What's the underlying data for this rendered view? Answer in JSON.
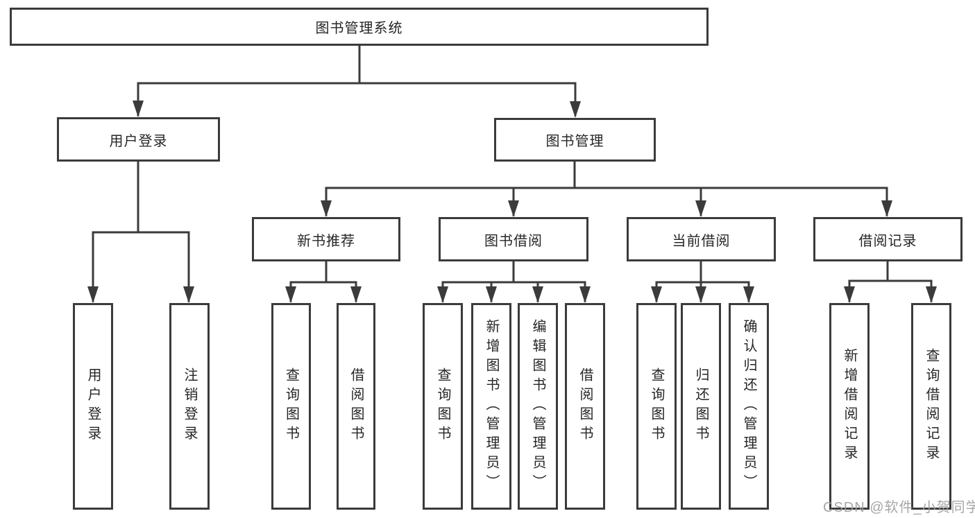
{
  "colors": {
    "line": "#3b3b3b",
    "text": "#262626",
    "background": "#ffffff",
    "watermark": "#9e9e9e"
  },
  "watermark": {
    "text": "CSDN @软件_小贺同学"
  },
  "tree": {
    "root": {
      "label": "图书管理系统"
    },
    "branches": [
      {
        "label": "用户登录",
        "children": [
          {
            "label": "用户登录"
          },
          {
            "label": "注销登录"
          }
        ]
      },
      {
        "label": "图书管理",
        "groups": [
          {
            "label": "新书推荐",
            "children": [
              {
                "label": "查询图书"
              },
              {
                "label": "借阅图书"
              }
            ]
          },
          {
            "label": "图书借阅",
            "children": [
              {
                "label": "查询图书"
              },
              {
                "label": "新增图书（管理员）"
              },
              {
                "label": "编辑图书（管理员）"
              },
              {
                "label": "借阅图书"
              }
            ]
          },
          {
            "label": "当前借阅",
            "children": [
              {
                "label": "查询图书"
              },
              {
                "label": "归还图书"
              },
              {
                "label": "确认归还（管理员）"
              }
            ]
          },
          {
            "label": "借阅记录",
            "children": [
              {
                "label": "新增借阅记录"
              },
              {
                "label": "查询借阅记录"
              }
            ]
          }
        ]
      }
    ]
  }
}
